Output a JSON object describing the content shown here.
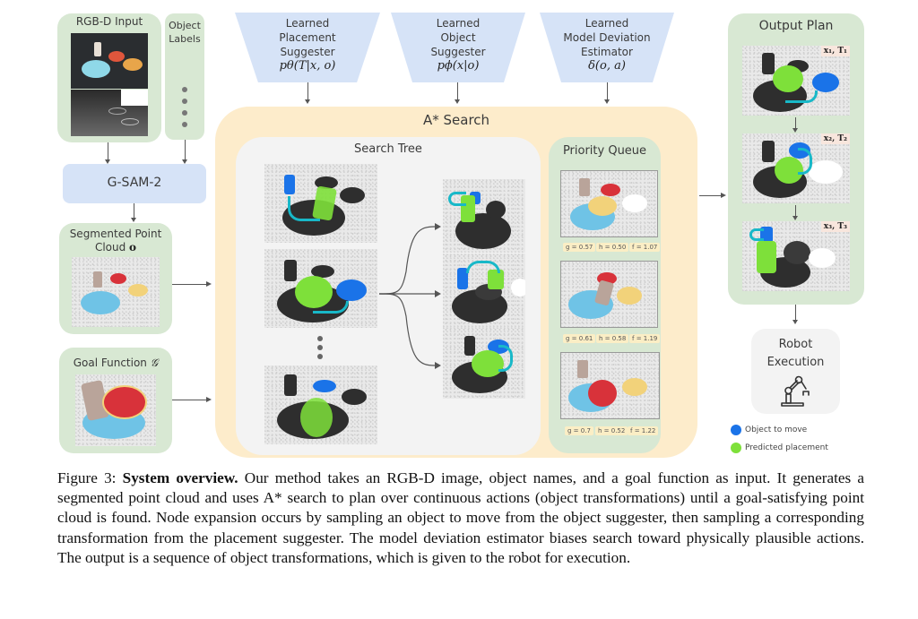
{
  "figure": {
    "inputs": {
      "rgbd_title": "RGB-D Input",
      "object_labels_title": "Object Labels",
      "gsam_label": "G-SAM-2",
      "segmented_title": "Segmented Point Cloud",
      "segmented_symbol": "o",
      "goal_title": "Goal Function",
      "goal_symbol": "𝒢"
    },
    "learned_modules": [
      {
        "line1": "Learned",
        "line2": "Placement",
        "line3": "Suggester",
        "formula": "pθ(T|x, o)"
      },
      {
        "line1": "Learned",
        "line2": "Object",
        "line3": "Suggester",
        "formula": "pϕ(x|o)"
      },
      {
        "line1": "Learned",
        "line2": "Model Deviation",
        "line3": "Estimator",
        "formula": "δ(o, a)"
      }
    ],
    "astar": {
      "title": "A* Search",
      "search_tree_title": "Search Tree",
      "priority_queue_title": "Priority Queue",
      "queue_items": [
        {
          "g": "g = 0.57",
          "h": "h = 0.50",
          "f": "f = 1.07"
        },
        {
          "g": "g = 0.61",
          "h": "h = 0.58",
          "f": "f = 1.19"
        },
        {
          "g": "g = 0.7",
          "h": "h = 0.52",
          "f": "f = 1.22"
        }
      ]
    },
    "output_plan": {
      "title": "Output Plan",
      "steps": [
        {
          "label": "x₁, T₁"
        },
        {
          "label": "x₂, T₂"
        },
        {
          "label": "x₃, T₃"
        }
      ]
    },
    "robot": {
      "line1": "Robot",
      "line2": "Execution"
    },
    "legend": [
      {
        "label": "Object to move",
        "color": "#1a73e8"
      },
      {
        "label": "Predicted placement",
        "color": "#7ee03a"
      }
    ],
    "colors": {
      "green_panel": "#d8e8d3",
      "blue_panel": "#d6e3f7",
      "astar_panel": "#fdeccb",
      "tree_panel": "#f3f3f3",
      "object_blue": "#1a73e8",
      "placement_green": "#7ee03a",
      "arrow_cyan": "#18b8c8"
    }
  },
  "caption": {
    "label": "Figure 3:",
    "bold": "System overview.",
    "text": " Our method takes an RGB-D image, object names, and a goal function as input. It generates a segmented point cloud and uses A* search to plan over continuous actions (object transformations) until a goal-satisfying point cloud is found. Node expansion occurs by sampling an object to move from the object suggester, then sampling a corresponding transformation from the placement suggester. The model deviation estimator biases search toward physically plausible actions. The output is a sequence of object transformations, which is given to the robot for execution."
  }
}
